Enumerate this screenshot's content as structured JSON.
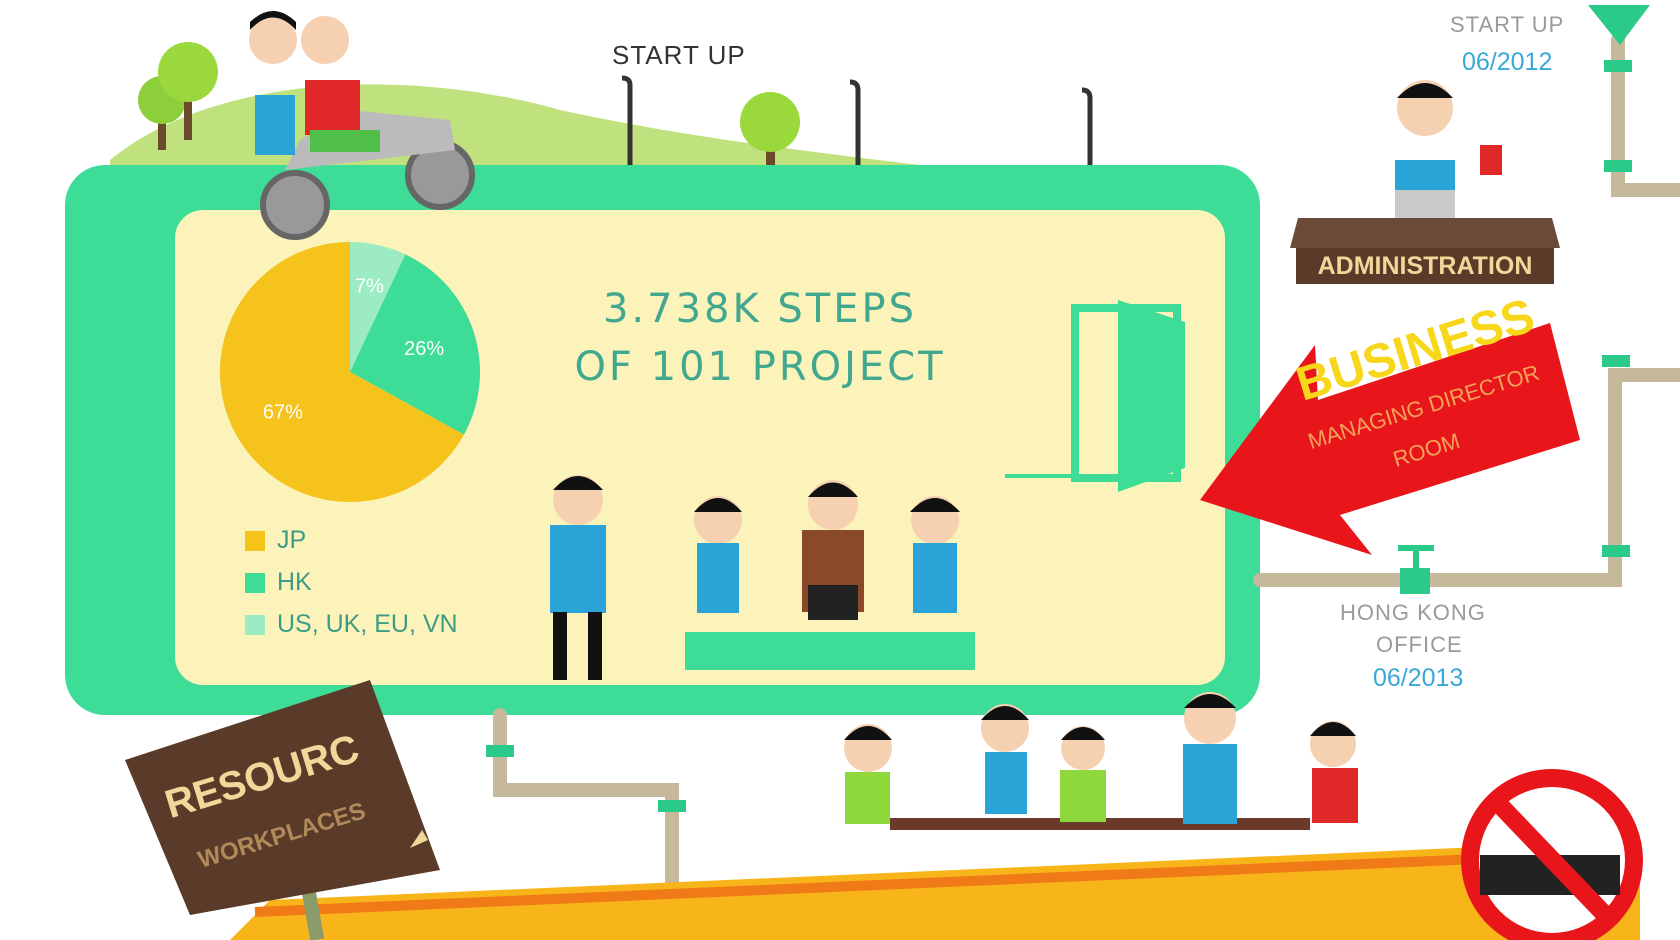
{
  "labels": {
    "startup_top": "START UP",
    "headline_line1": "3.738K STEPS",
    "headline_line2": "OF 101 PROJECT",
    "admin_caption": "START UP",
    "admin_date": "06/2012",
    "admin_title": "ADMINISTRATION",
    "business_title": "BUSINESS",
    "business_sub1": "MANAGING DIRECTOR",
    "business_sub2": "ROOM",
    "hk_office_line1": "HONG KONG",
    "hk_office_line2": "OFFICE",
    "hk_office_date": "06/2013",
    "resource_title": "RESOURC",
    "resource_sub": "WORKPLACES"
  },
  "chart_data": {
    "type": "pie",
    "title": "",
    "slices": [
      {
        "label": "JP",
        "value": 67,
        "text": "67%",
        "color": "#f5c31c"
      },
      {
        "label": "HK",
        "value": 26,
        "text": "26%",
        "color": "#3ddc97"
      },
      {
        "label": "US, UK, EU, VN",
        "value": 7,
        "text": "7%",
        "color": "#9cebc3"
      }
    ],
    "legend_position": "below"
  },
  "colors": {
    "board_frame": "#3ddc97",
    "board_inner": "#fbf3b9",
    "hill": "#bfe27e",
    "pipe": "#c6b89a",
    "pipe_joint": "#2bc98a",
    "arrow_red": "#e8161b",
    "sign_brown": "#5a3a28",
    "sign_text": "#f0d89a",
    "road": "#f7b51a",
    "road_edge": "#f07a17",
    "teal_text": "#41a88f",
    "blue_text": "#3aa8d8",
    "no_sign": "#e8161b"
  },
  "icons": [
    "tree-icon",
    "street-lamp-icon",
    "motorbike-icon",
    "door-icon",
    "person-icon",
    "desk-icon",
    "pipe-icon",
    "valve-icon",
    "no-smoking-icon",
    "signpost-icon",
    "arrow-icon"
  ]
}
